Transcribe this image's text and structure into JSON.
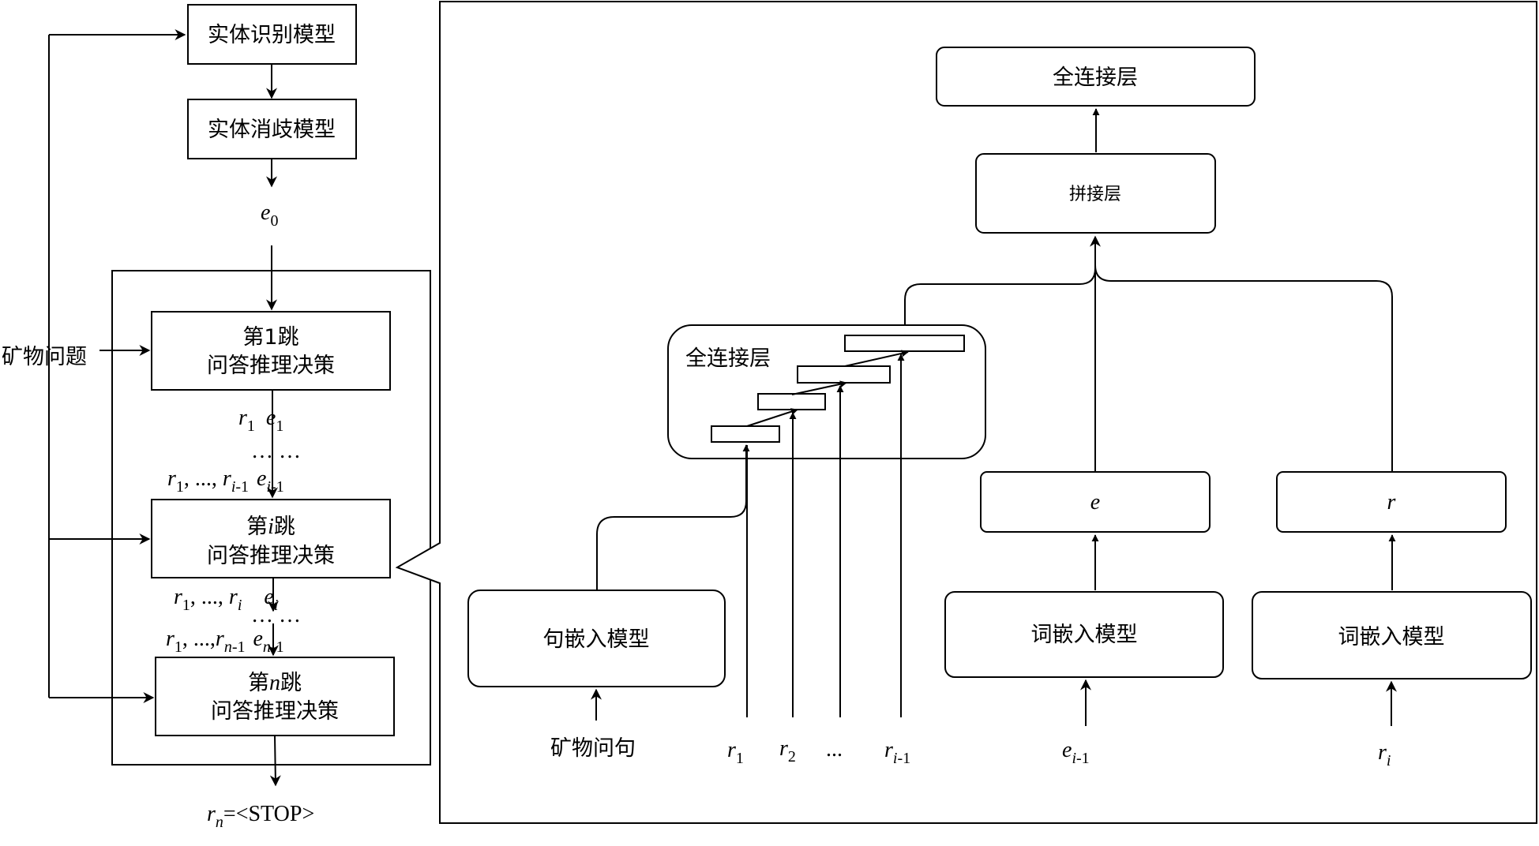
{
  "left_flow": {
    "entity_recognition": "实体识别模型",
    "entity_disambiguation": "实体消歧模型",
    "e0": {
      "base": "e",
      "sub": "0"
    },
    "question_input": "矿物问题",
    "hop1": {
      "line1": "第1跳",
      "line2": "问答推理决策"
    },
    "hop_i": {
      "pre": "第",
      "var": "i",
      "post": "跳",
      "line2": "问答推理决策"
    },
    "hop_n": {
      "pre": "第",
      "var": "n",
      "post": "跳",
      "line2": "问答推理决策"
    },
    "r1e1": {
      "r": "r",
      "r_sub": "1",
      "e": "e",
      "e_sub": "1"
    },
    "dots": "… …",
    "seq_i_1": {
      "r1": "r",
      "r1_sub": "1",
      "mid": ", ..., ",
      "r": "r",
      "r_sub_var": "i",
      "r_sub_num": "-1",
      "e": "e",
      "e_sub_var": "i",
      "e_sub_num": "-1"
    },
    "seq_i": {
      "r1": "r",
      "r1_sub": "1",
      "mid": ", ..., ",
      "r": "r",
      "r_sub": "i",
      "e": "e",
      "e_sub": "i"
    },
    "seq_n_1": {
      "r1": "r",
      "r1_sub": "1",
      "mid": ", ...,",
      "r": "r",
      "r_sub_var": "n",
      "r_sub_num": "-1",
      "e": "e",
      "e_sub_var": "n",
      "e_sub_num": "-1"
    },
    "stop": {
      "r": "r",
      "sub": "n",
      "rest": "=<STOP>"
    }
  },
  "right_detail": {
    "fc_top": "全连接层",
    "concat": "拼接层",
    "fc_inner": "全连接层",
    "e_box": "e",
    "r_box": "r",
    "sentence_embed": "句嵌入模型",
    "word_embed_1": "词嵌入模型",
    "word_embed_2": "词嵌入模型",
    "question_sentence": "矿物问句",
    "inputs": {
      "r1": {
        "base": "r",
        "sub": "1"
      },
      "r2": {
        "base": "r",
        "sub": "2"
      },
      "ellipsis": "...",
      "ri_1": {
        "base": "r",
        "sub_var": "i",
        "sub_num": "-1"
      },
      "ei_1": {
        "base": "e",
        "sub_var": "i",
        "sub_num": "-1"
      },
      "ri": {
        "base": "r",
        "sub": "i"
      }
    }
  }
}
